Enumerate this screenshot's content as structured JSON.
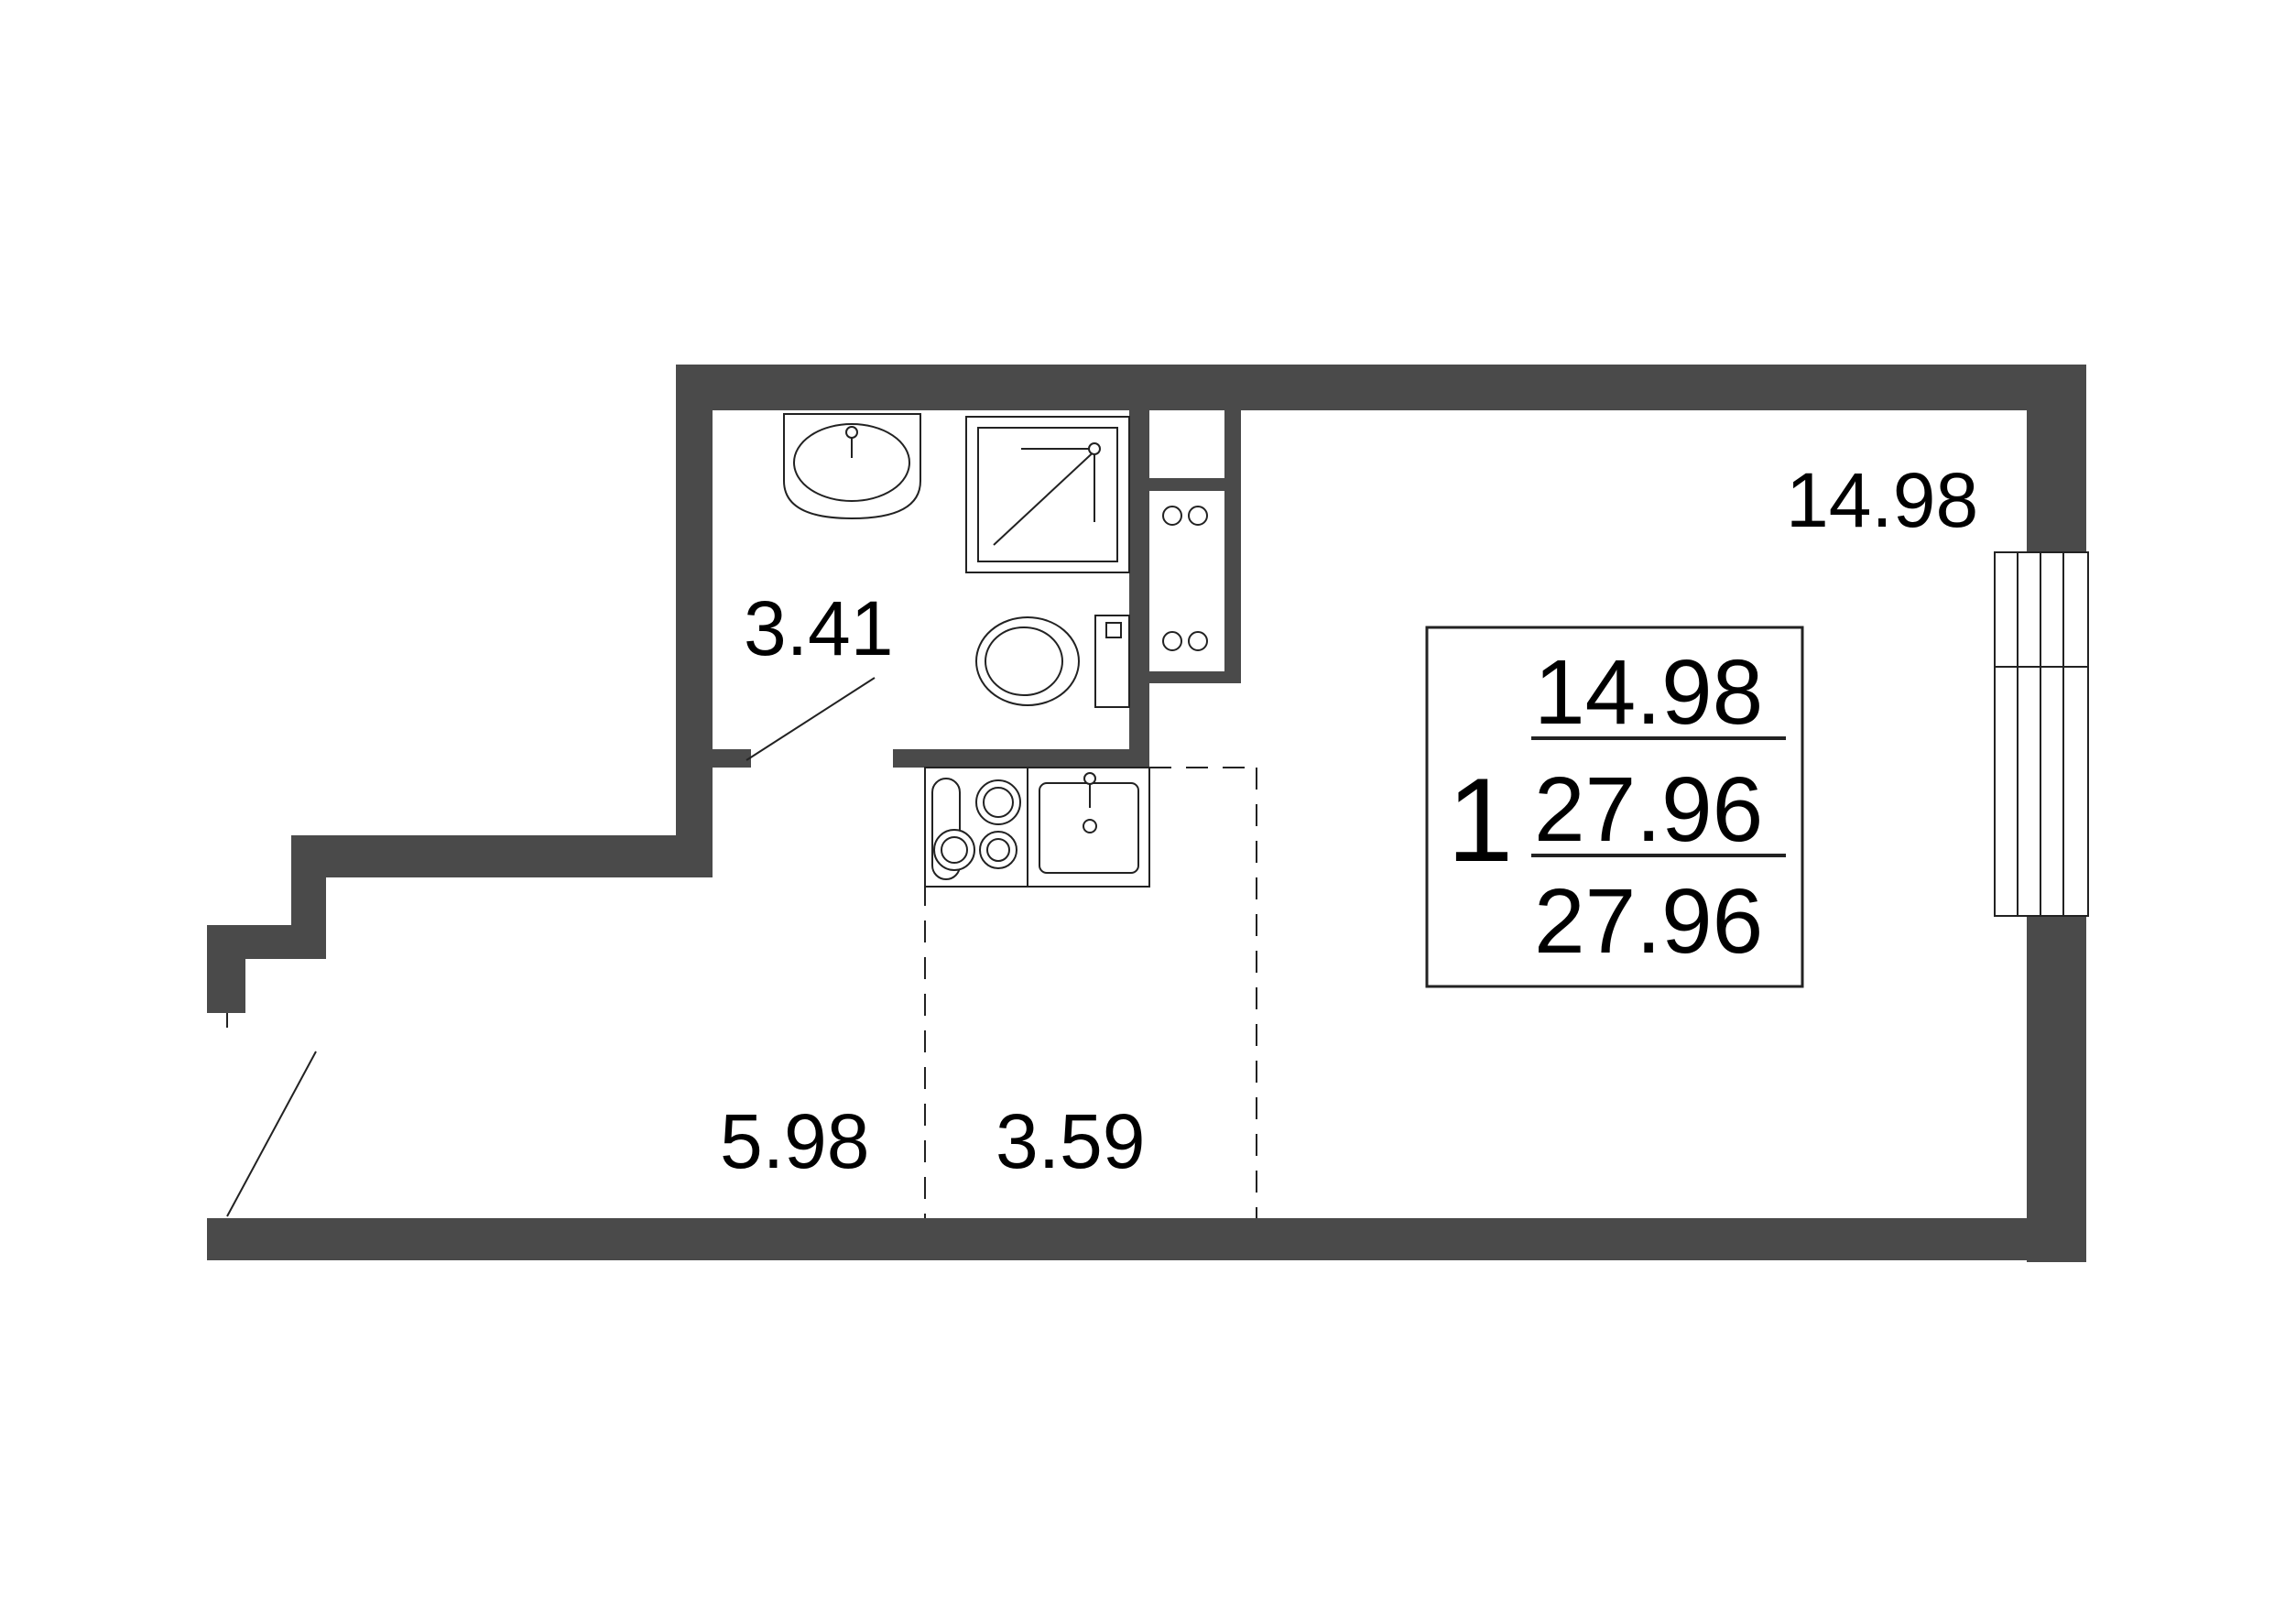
{
  "colors": {
    "wall": "#4a4a4a",
    "line": "#222222",
    "background": "#ffffff"
  },
  "rooms": {
    "living_area": "14.98",
    "bathroom_area": "3.41",
    "hallway_area": "5.98",
    "kitchen_area": "3.59"
  },
  "summary": {
    "room_count": "1",
    "living_area": "14.98",
    "total_area": "27.96",
    "total_area_with_balcony": "27.96"
  },
  "fixtures": [
    "washbasin-icon",
    "shower-icon",
    "toilet-icon",
    "washing-machine-icon",
    "stove-icon",
    "kitchen-sink-icon"
  ]
}
